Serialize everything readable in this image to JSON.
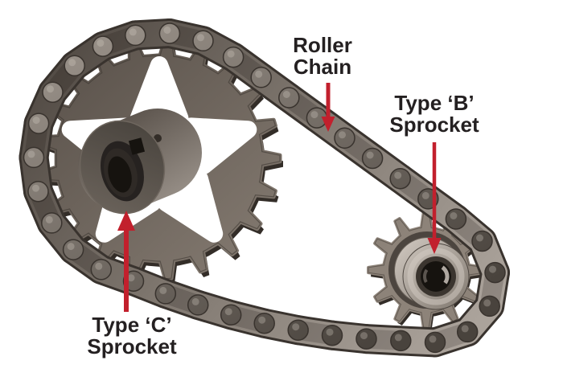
{
  "figure_type": "labeled technical illustration of a roller chain drive",
  "annotations": {
    "roller_chain": {
      "line1": "Roller",
      "line2": "Chain"
    },
    "type_b": {
      "line1": "Type ‘B’",
      "line2": "Sprocket"
    },
    "type_c": {
      "line1": "Type ‘C’",
      "line2": "Sprocket"
    }
  },
  "palette": {
    "bg": "#ffffff",
    "red": "#c2202d",
    "text": "#242021",
    "edge": "#39332e",
    "edge2": "#332d28",
    "gear_a": "#574f48",
    "gear_b": "#8d8379",
    "chain_a": "#4a433d",
    "chain_b": "#7e766e",
    "chain_c": "#aba39b",
    "chain_in_a": "#413a34",
    "chain_in_b": "#8f8780",
    "pin_a": "#978f87",
    "pin_b": "#49433d",
    "hub_a": "#5a524b",
    "hub_b": "#a49c94",
    "face_a": "#46413b",
    "face_b": "#6d655d",
    "hubs_a": "#cdc5bd",
    "hubs_b": "#7e766d",
    "bore": "#262220",
    "bore_mid": "#2f2a26",
    "bore_deep": "#16130f",
    "boss": "#6b635b",
    "plate_ring": "#4c453f",
    "highlight": "#d6cec6"
  }
}
